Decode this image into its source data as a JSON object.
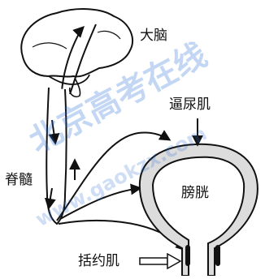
{
  "labels": {
    "brain": "大脑",
    "detrusor": "逼尿肌",
    "bladder": "膀胱",
    "spinal_cord": "脊髓",
    "sphincter": "括约肌"
  },
  "watermark": {
    "main": "北京高考在线",
    "url": "www.gaokzx.com",
    "color": "#2a6fd6"
  }
}
